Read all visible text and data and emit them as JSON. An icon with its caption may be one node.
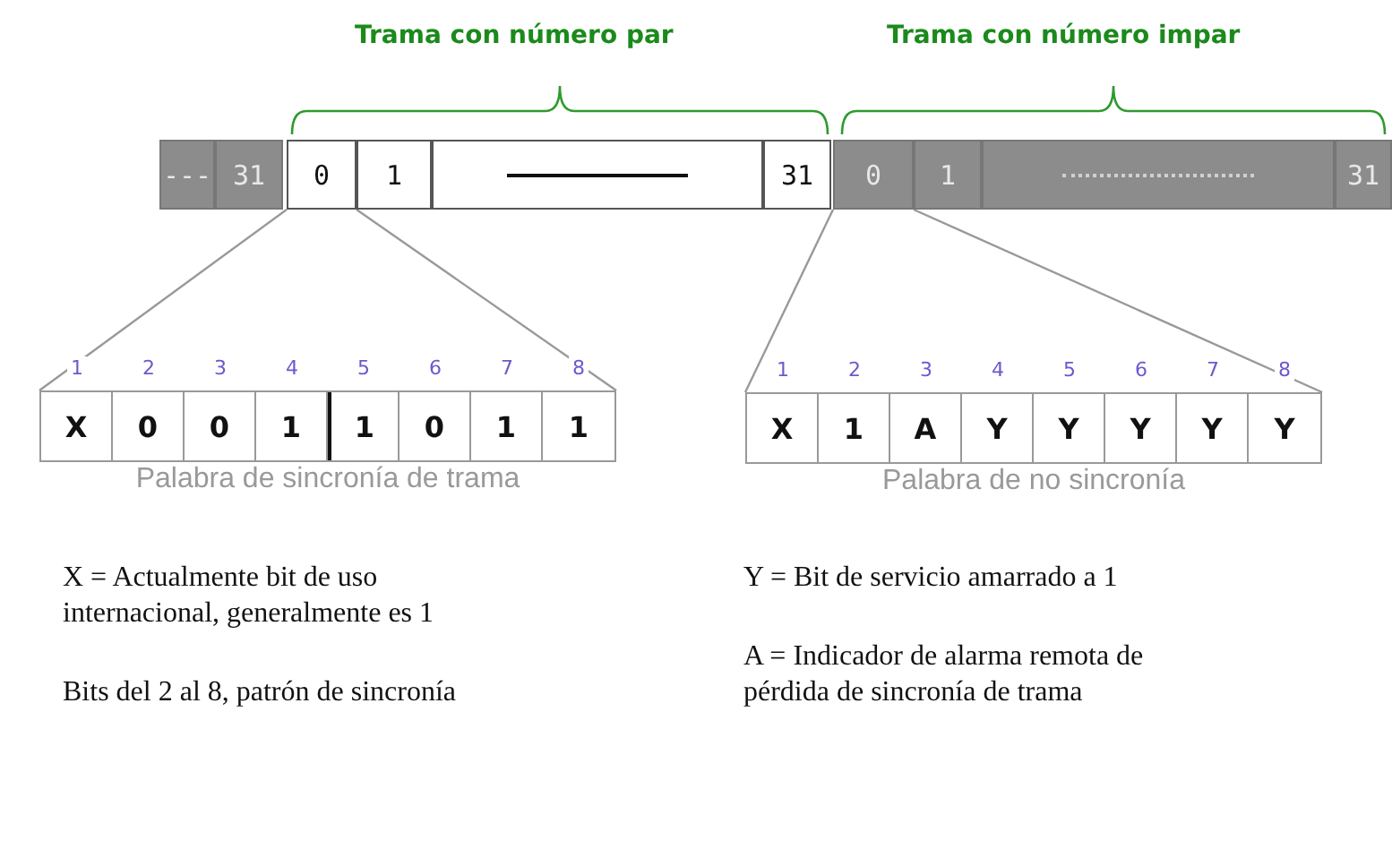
{
  "diagram": {
    "nodes": [
      {
        "text": [
          "---"
        ]
      },
      {
        "text": [
          "31"
        ]
      },
      {
        "text": [
          "0"
        ]
      },
      {
        "text": [
          "1"
        ]
      },
      {
        "text": [],
        "shape": "box"
      },
      {
        "text": [
          "31"
        ]
      },
      {
        "text": [
          "0"
        ]
      },
      {
        "text": [
          "1"
        ]
      },
      {
        "text": [],
        "shape": "box"
      },
      {
        "text": [
          "31"
        ]
      },
      {
        "text": [],
        "shape": "box",
        "beside": [
          "Palabra de sincronía de trama"
        ]
      },
      {
        "text": [
          "X"
        ],
        "in": 10,
        "beside": [
          "1"
        ]
      },
      {
        "text": [
          "0"
        ],
        "in": 10,
        "beside": [
          "2"
        ]
      },
      {
        "text": [
          "0"
        ],
        "in": 10,
        "beside": [
          "3"
        ]
      },
      {
        "text": [
          "1"
        ],
        "in": 10,
        "beside": [
          "4"
        ]
      },
      {
        "text": [
          "1"
        ],
        "in": 10,
        "beside": [
          "5"
        ]
      },
      {
        "text": [
          "0"
        ],
        "in": 10,
        "beside": [
          "6"
        ]
      },
      {
        "text": [
          "1"
        ],
        "in": 10,
        "beside": [
          "7"
        ]
      },
      {
        "text": [
          "1"
        ],
        "in": 10,
        "beside": [
          "8"
        ]
      },
      {
        "text": [],
        "shape": "box",
        "beside": [
          "Palabra de no sincronía"
        ]
      },
      {
        "text": [
          "X"
        ],
        "in": 19,
        "beside": [
          "1"
        ]
      },
      {
        "text": [
          "1"
        ],
        "in": 19,
        "beside": [
          "2"
        ]
      },
      {
        "text": [
          "A"
        ],
        "in": 19,
        "beside": [
          "3"
        ]
      },
      {
        "text": [
          "Y"
        ],
        "in": 19,
        "beside": [
          "4"
        ]
      },
      {
        "text": [
          "Y"
        ],
        "in": 19,
        "beside": [
          "5"
        ]
      },
      {
        "text": [
          "Y"
        ],
        "in": 19,
        "beside": [
          "6"
        ]
      },
      {
        "text": [
          "Y"
        ],
        "in": 19,
        "beside": [
          "7"
        ]
      },
      {
        "text": [
          "Y"
        ],
        "in": 19,
        "beside": [
          "8"
        ]
      }
    ],
    "edges": [
      {
        "from": 2,
        "to": 10,
        "arrow": "none"
      },
      {
        "from": 2,
        "to": 10,
        "arrow": "none"
      },
      {
        "from": 6,
        "to": 19,
        "arrow": "none"
      },
      {
        "from": 6,
        "to": 19,
        "arrow": "none"
      }
    ],
    "labels": [
      "Trama con número par",
      "Trama con número impar",
      "X = Actualmente bit de uso internacional, generalmente es 1",
      "Bits del 2 al 8, patrón de sincronía",
      "Y = Bit de servicio amarrado a 1",
      "A = Indicador de alarma remota de pérdida de sincronía de trama"
    ]
  }
}
